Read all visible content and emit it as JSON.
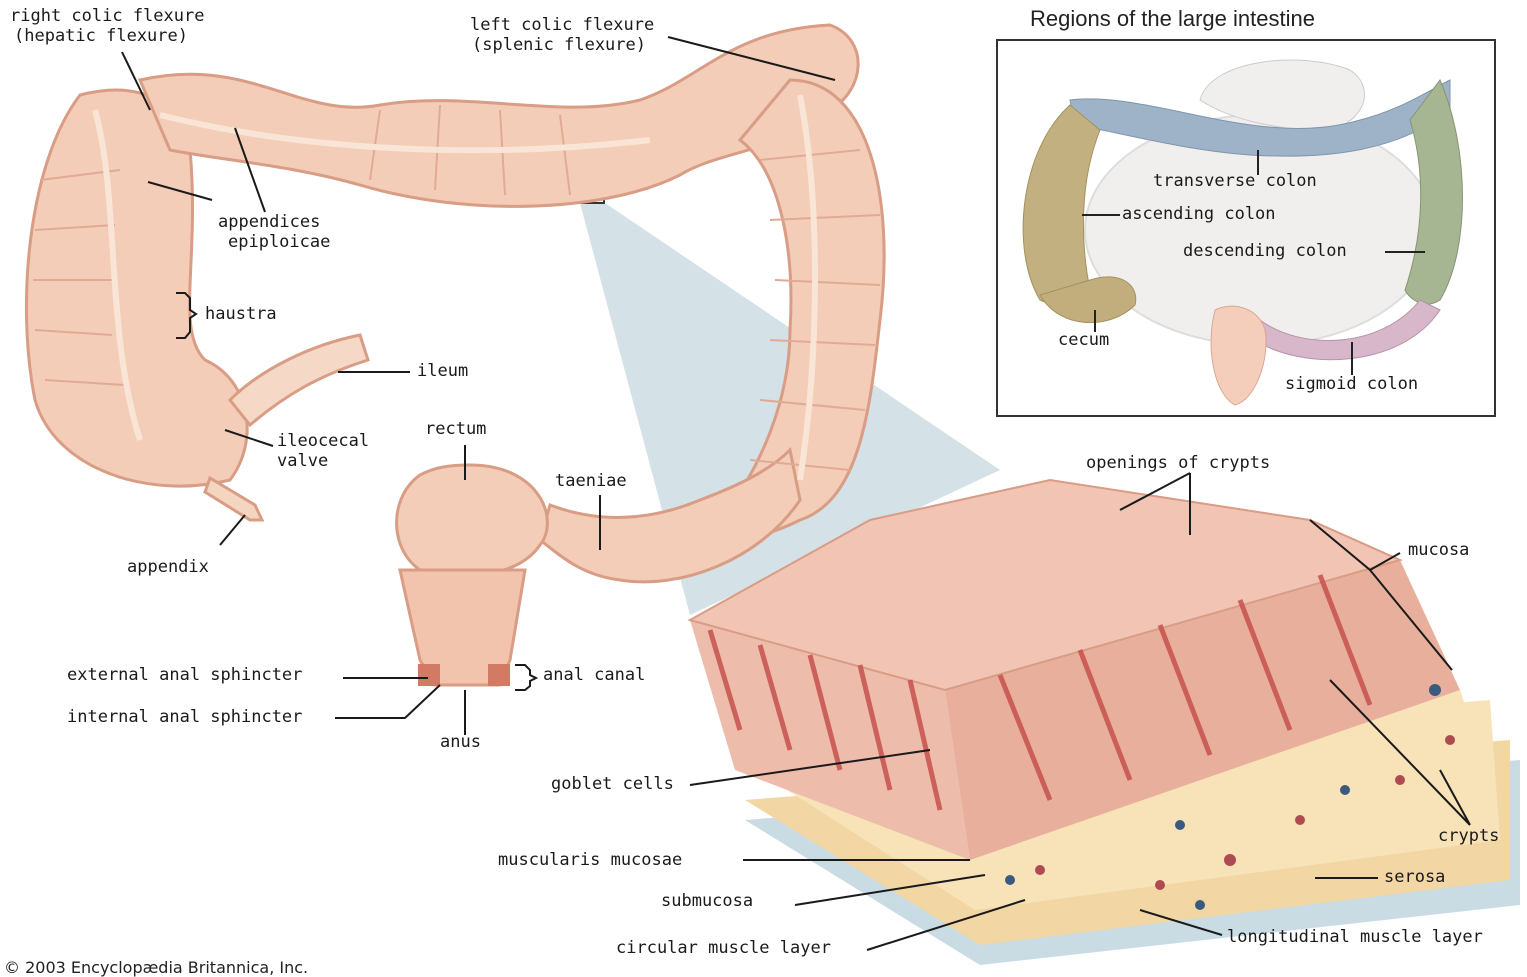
{
  "inset": {
    "title": "Regions of the large intestine",
    "labels": {
      "transverse": "transverse colon",
      "ascending": "ascending colon",
      "descending": "descending colon",
      "cecum": "cecum",
      "sigmoid": "sigmoid colon"
    },
    "colors": {
      "transverse": "#9fb3c8",
      "ascending": "#c2b080",
      "descending": "#a6b592",
      "cecum": "#c2ad7c",
      "sigmoid": "#d7b7c9"
    }
  },
  "colon_labels": {
    "right_flexure": "right colic flexure",
    "right_flexure_alt": "(hepatic flexure)",
    "left_flexure": "left colic flexure",
    "left_flexure_alt": "(splenic flexure)",
    "appendices_1": "appendices",
    "appendices_2": "epiploicae",
    "haustra": "haustra",
    "ileum": "ileum",
    "ileocecal_1": "ileocecal",
    "ileocecal_2": "valve",
    "appendix": "appendix",
    "rectum": "rectum",
    "taeniae": "taeniae",
    "ext_sphincter": "external anal sphincter",
    "int_sphincter": "internal anal sphincter",
    "anal_canal": "anal canal",
    "anus": "anus"
  },
  "wall_labels": {
    "openings": "openings of crypts",
    "mucosa": "mucosa",
    "goblet": "goblet cells",
    "muscularis": "muscularis mucosae",
    "submucosa": "submucosa",
    "circular": "circular muscle layer",
    "crypts": "crypts",
    "serosa": "serosa",
    "longitudinal": "longitudinal muscle layer"
  },
  "copyright": "© 2003 Encyclopædia Britannica, Inc.",
  "colors": {
    "colon": "#f3cdb8",
    "colon_dark": "#d99c84",
    "tissue": "#eebcaa",
    "muscle": "#c7514d",
    "submucosa": "#f7e3b7",
    "serosa": "#c9dbe3"
  }
}
